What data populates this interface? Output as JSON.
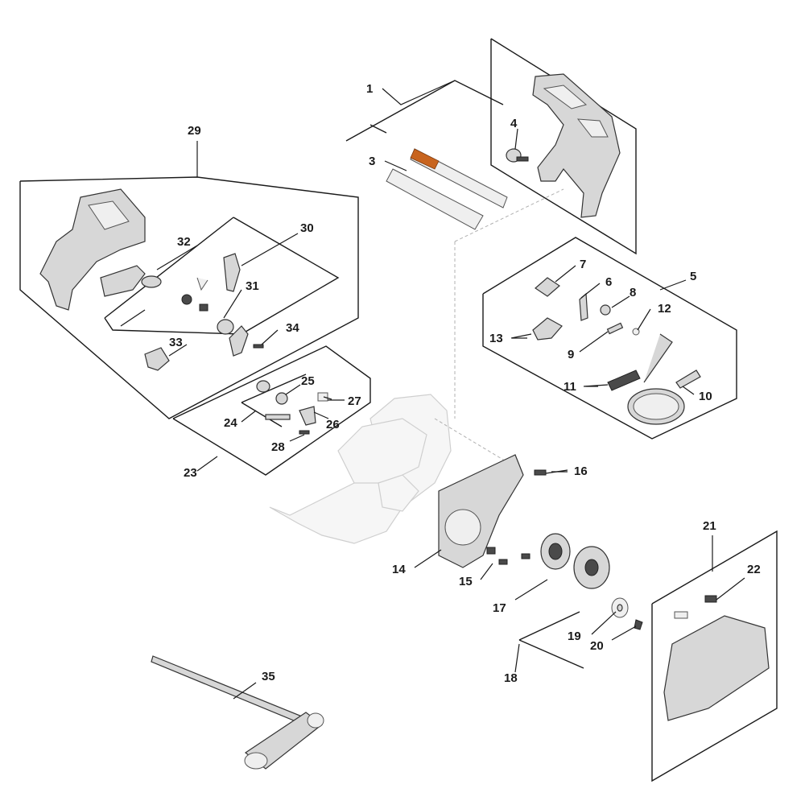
{
  "diagram": {
    "callouts": [
      "1",
      "3",
      "4",
      "5",
      "6",
      "7",
      "8",
      "9",
      "10",
      "11",
      "12",
      "13",
      "14",
      "15",
      "16",
      "17",
      "18",
      "19",
      "20",
      "21",
      "22",
      "23",
      "24",
      "25",
      "26",
      "27",
      "28",
      "29",
      "30",
      "31",
      "32",
      "33",
      "34",
      "35"
    ],
    "colors": {
      "line": "#1a1a1a",
      "part_fill": "#d7d7d7",
      "ghost_housing": "#cfcfcf",
      "accent": "#c8641e"
    }
  }
}
